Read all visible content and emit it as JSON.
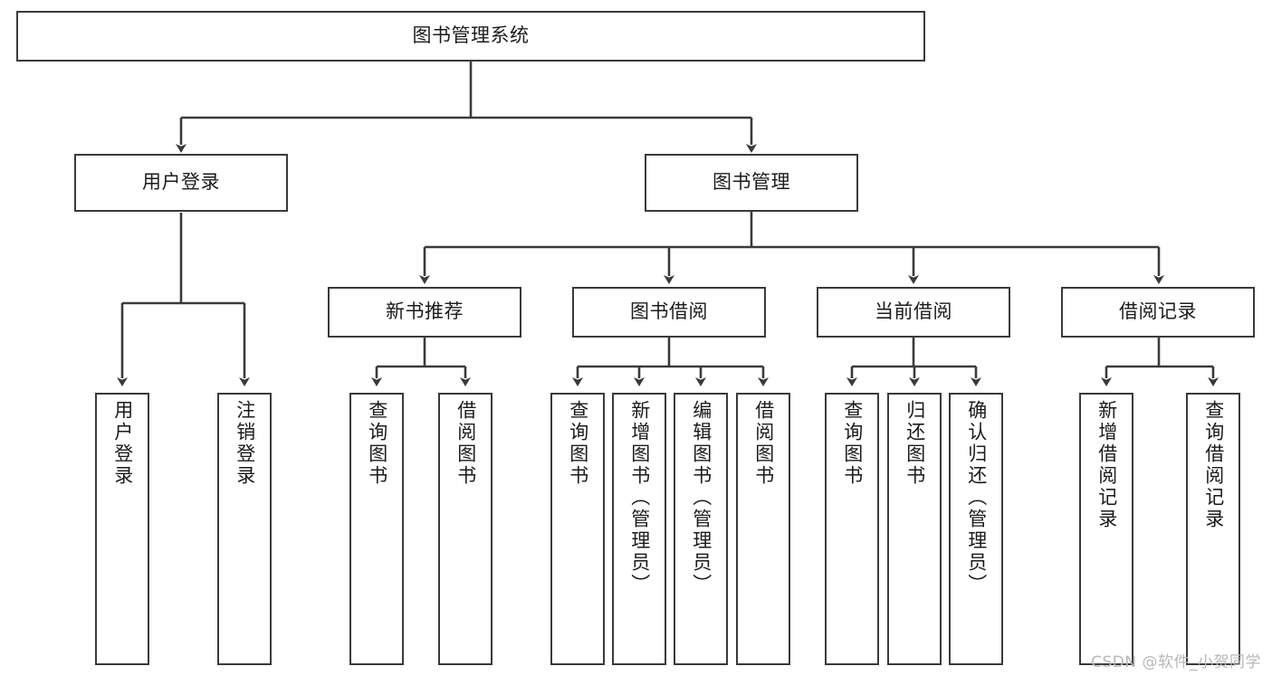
{
  "diagram": {
    "title": "图书管理系统",
    "type": "tree-hierarchy",
    "watermark": "CSDN @软件_小贺同学",
    "colors": {
      "box_border": "#3a3a3a",
      "box_fill": "#ffffff",
      "edge": "#3a3a3a",
      "text": "#1b1b1b",
      "watermark": "#b8b8b8",
      "background": "#ffffff"
    },
    "nodes": {
      "root": {
        "label": "图书管理系统"
      },
      "level2": [
        {
          "id": "user-login",
          "label": "用户登录"
        },
        {
          "id": "book-manage",
          "label": "图书管理"
        }
      ],
      "level3": [
        {
          "id": "new-book-recommend",
          "label": "新书推荐"
        },
        {
          "id": "book-borrow",
          "label": "图书借阅"
        },
        {
          "id": "current-borrow",
          "label": "当前借阅"
        },
        {
          "id": "borrow-record",
          "label": "借阅记录"
        }
      ],
      "leaves": {
        "user-login": [
          {
            "id": "leaf-user-login",
            "label": "用户登录"
          },
          {
            "id": "leaf-user-logout",
            "label": "注销登录"
          }
        ],
        "new-book-recommend": [
          {
            "id": "leaf-query-book-1",
            "label": "查询图书"
          },
          {
            "id": "leaf-borrow-book-1",
            "label": "借阅图书"
          }
        ],
        "book-borrow": [
          {
            "id": "leaf-query-book-2",
            "label": "查询图书"
          },
          {
            "id": "leaf-add-book",
            "label": "新增图书（管理员）"
          },
          {
            "id": "leaf-edit-book",
            "label": "编辑图书（管理员）"
          },
          {
            "id": "leaf-borrow-book-2",
            "label": "借阅图书"
          }
        ],
        "current-borrow": [
          {
            "id": "leaf-query-book-3",
            "label": "查询图书"
          },
          {
            "id": "leaf-return-book",
            "label": "归还图书"
          },
          {
            "id": "leaf-confirm-return",
            "label": "确认归还（管理员）"
          }
        ],
        "borrow-record": [
          {
            "id": "leaf-add-record",
            "label": "新增借阅记录"
          },
          {
            "id": "leaf-query-record",
            "label": "查询借阅记录"
          }
        ]
      }
    }
  }
}
